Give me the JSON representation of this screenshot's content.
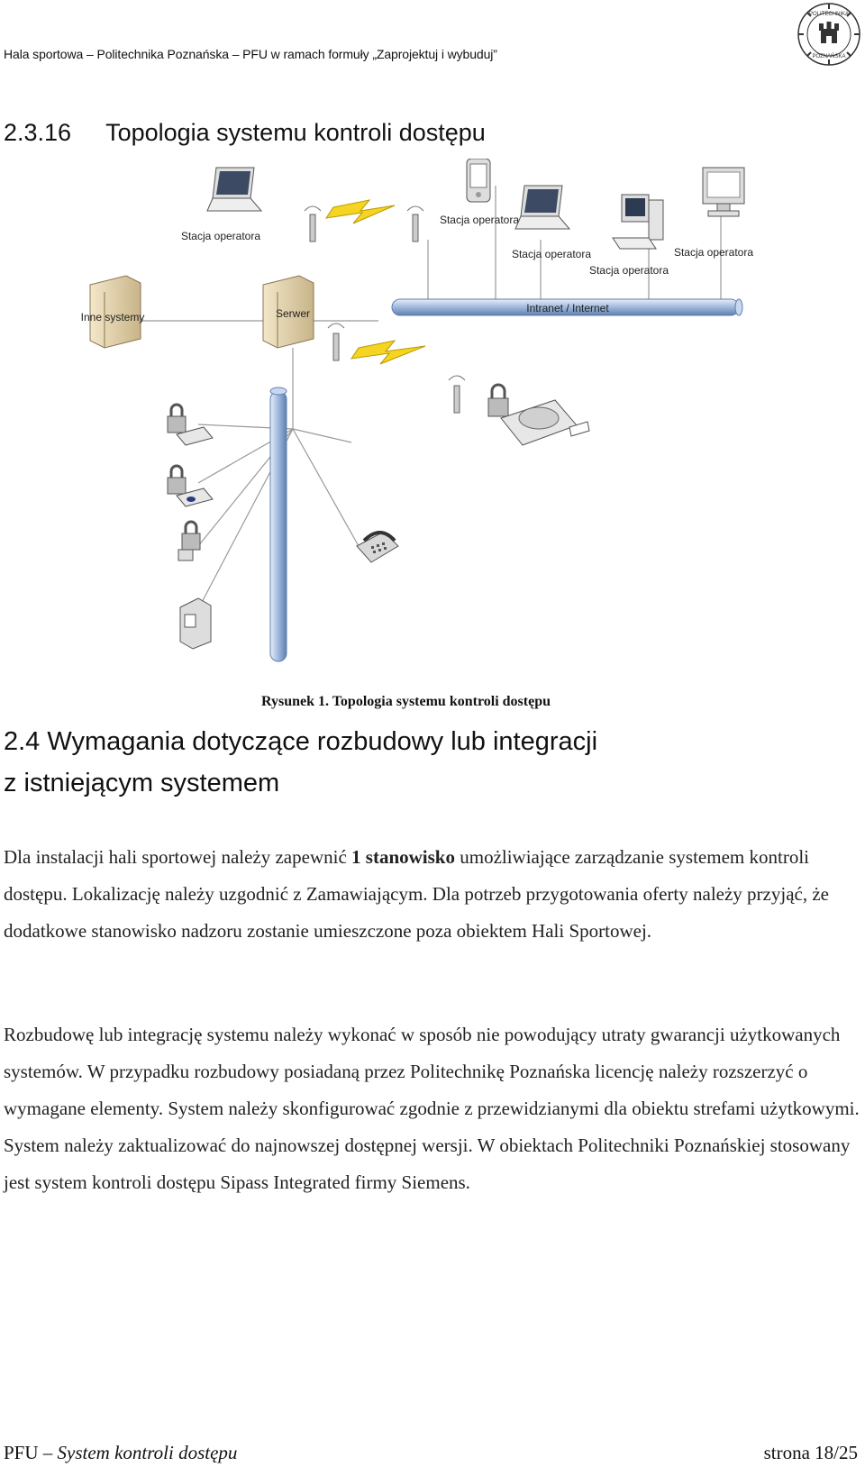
{
  "header": {
    "text": "Hala sportowa – Politechnika Poznańska – PFU  w ramach formuły „Zaprojektuj i wybuduj”",
    "seal_text": [
      "POLITECHNIKA",
      "POZNAŃSKA"
    ]
  },
  "section_2316": {
    "number": "2.3.16",
    "title": "Topologia systemu kontroli dostępu"
  },
  "diagram": {
    "labels": {
      "operator_station": "Stacja operatora",
      "other_systems": "Inne systemy",
      "server": "Serwer",
      "network": "Intranet / Internet"
    }
  },
  "figure_caption": "Rysunek 1. Topologia systemu kontroli dostępu",
  "section_24": {
    "title_line1": "2.4 Wymagania dotyczące rozbudowy lub integracji",
    "title_line2": "z istniejącym systemem"
  },
  "paragraph1": {
    "before_bold": "Dla instalacji hali sportowej należy zapewnić ",
    "bold": "1 stanowisko",
    "after_bold": " umożliwiające zarządzanie systemem kontroli dostępu. Lokalizację należy uzgodnić z Zamawiającym. Dla potrzeb przygotowania oferty należy przyjąć, że dodatkowe stanowisko nadzoru zostanie umieszczone poza obiektem Hali Sportowej."
  },
  "paragraph2": "Rozbudowę lub integrację systemu należy wykonać w sposób nie powodujący utraty gwarancji użytkowanych systemów. W przypadku rozbudowy posiadaną przez Politechnikę Poznańska licencję należy rozszerzyć o wymagane elementy. System należy skonfigurować zgodnie z przewidzianymi dla obiektu strefami użytkowymi. System należy zaktualizować do najnowszej dostępnej wersji. W obiektach Politechniki Poznańskiej stosowany jest system kontroli dostępu Sipass Integrated firmy Siemens.",
  "footer": {
    "left_plain": "PFU – ",
    "left_italic": "System kontroli dostępu",
    "right": "strona 18/25"
  }
}
